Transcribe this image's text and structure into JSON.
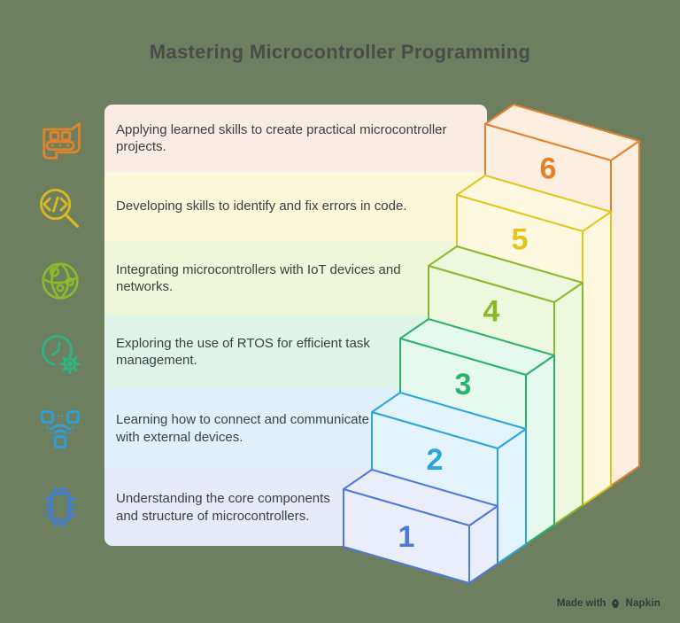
{
  "title": "Mastering Microcontroller Programming",
  "background_color": "#6e7f60",
  "rows": [
    {
      "text": "Applying learned skills to create practical microcontroller projects.",
      "band_color": "#f8ece4",
      "icon": "circuit-board-icon",
      "icon_color": "#e0832d"
    },
    {
      "text": "Developing skills to identify and fix errors in code.",
      "band_color": "#fbf7d9",
      "icon": "code-search-icon",
      "icon_color": "#d9b922"
    },
    {
      "text": "Integrating microcontrollers with IoT devices and networks.",
      "band_color": "#f0f7d8",
      "icon": "globe-network-icon",
      "icon_color": "#8abc29"
    },
    {
      "text": "Exploring the use of RTOS for efficient task management.",
      "band_color": "#e0f5e9",
      "icon": "clock-gear-icon",
      "icon_color": "#2eb584"
    },
    {
      "text": "Learning how to connect and communicate with external devices.",
      "band_color": "#e1f1fb",
      "icon": "wireless-nodes-icon",
      "icon_color": "#2e9fe0"
    },
    {
      "text": "Understanding the core components and structure of microcontrollers.",
      "band_color": "#e7eaf8",
      "icon": "microchip-icon",
      "icon_color": "#3b7fd9"
    }
  ],
  "steps": [
    {
      "label": "1",
      "stroke": "#4d79d8",
      "fill": "#eaeefb"
    },
    {
      "label": "2",
      "stroke": "#2aa5de",
      "fill": "#e4f4fc"
    },
    {
      "label": "3",
      "stroke": "#29b36a",
      "fill": "#e6f9ef"
    },
    {
      "label": "4",
      "stroke": "#88ba28",
      "fill": "#eef8df"
    },
    {
      "label": "5",
      "stroke": "#e3c51d",
      "fill": "#fdf9e0"
    },
    {
      "label": "6",
      "stroke": "#e5812c",
      "fill": "#fcefe2"
    }
  ],
  "footer": {
    "made_with": "Made with",
    "brand": "Napkin"
  }
}
